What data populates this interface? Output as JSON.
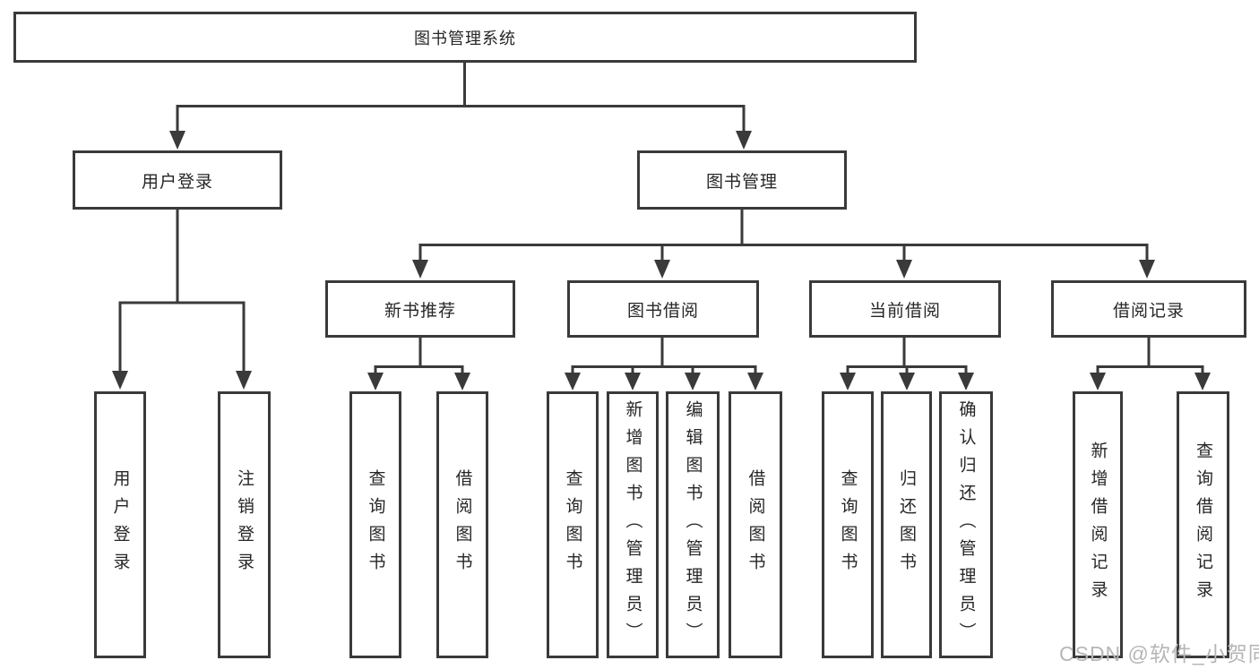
{
  "nodes": {
    "root": "图书管理系统",
    "level2": [
      "用户登录",
      "图书管理"
    ],
    "level3": [
      "新书推荐",
      "图书借阅",
      "当前借阅",
      "借阅记录"
    ],
    "leaves_user_login": [
      "用户登录",
      "注销登录"
    ],
    "leaves_new_books": [
      "查询图书",
      "借阅图书"
    ],
    "leaves_book_borrow": [
      "查询图书",
      "新增图书（管理员）",
      "编辑图书（管理员）",
      "借阅图书"
    ],
    "leaves_current_borrow": [
      "查询图书",
      "归还图书",
      "确认归还（管理员）"
    ],
    "leaves_borrow_records": [
      "新增借阅记录",
      "查询借阅记录"
    ]
  },
  "watermark": "CSDN @软件_小贺同学",
  "colors": {
    "line": "#3a3a3a",
    "text": "#262626",
    "watermark": "#b6b6b6",
    "background": "#ffffff"
  }
}
